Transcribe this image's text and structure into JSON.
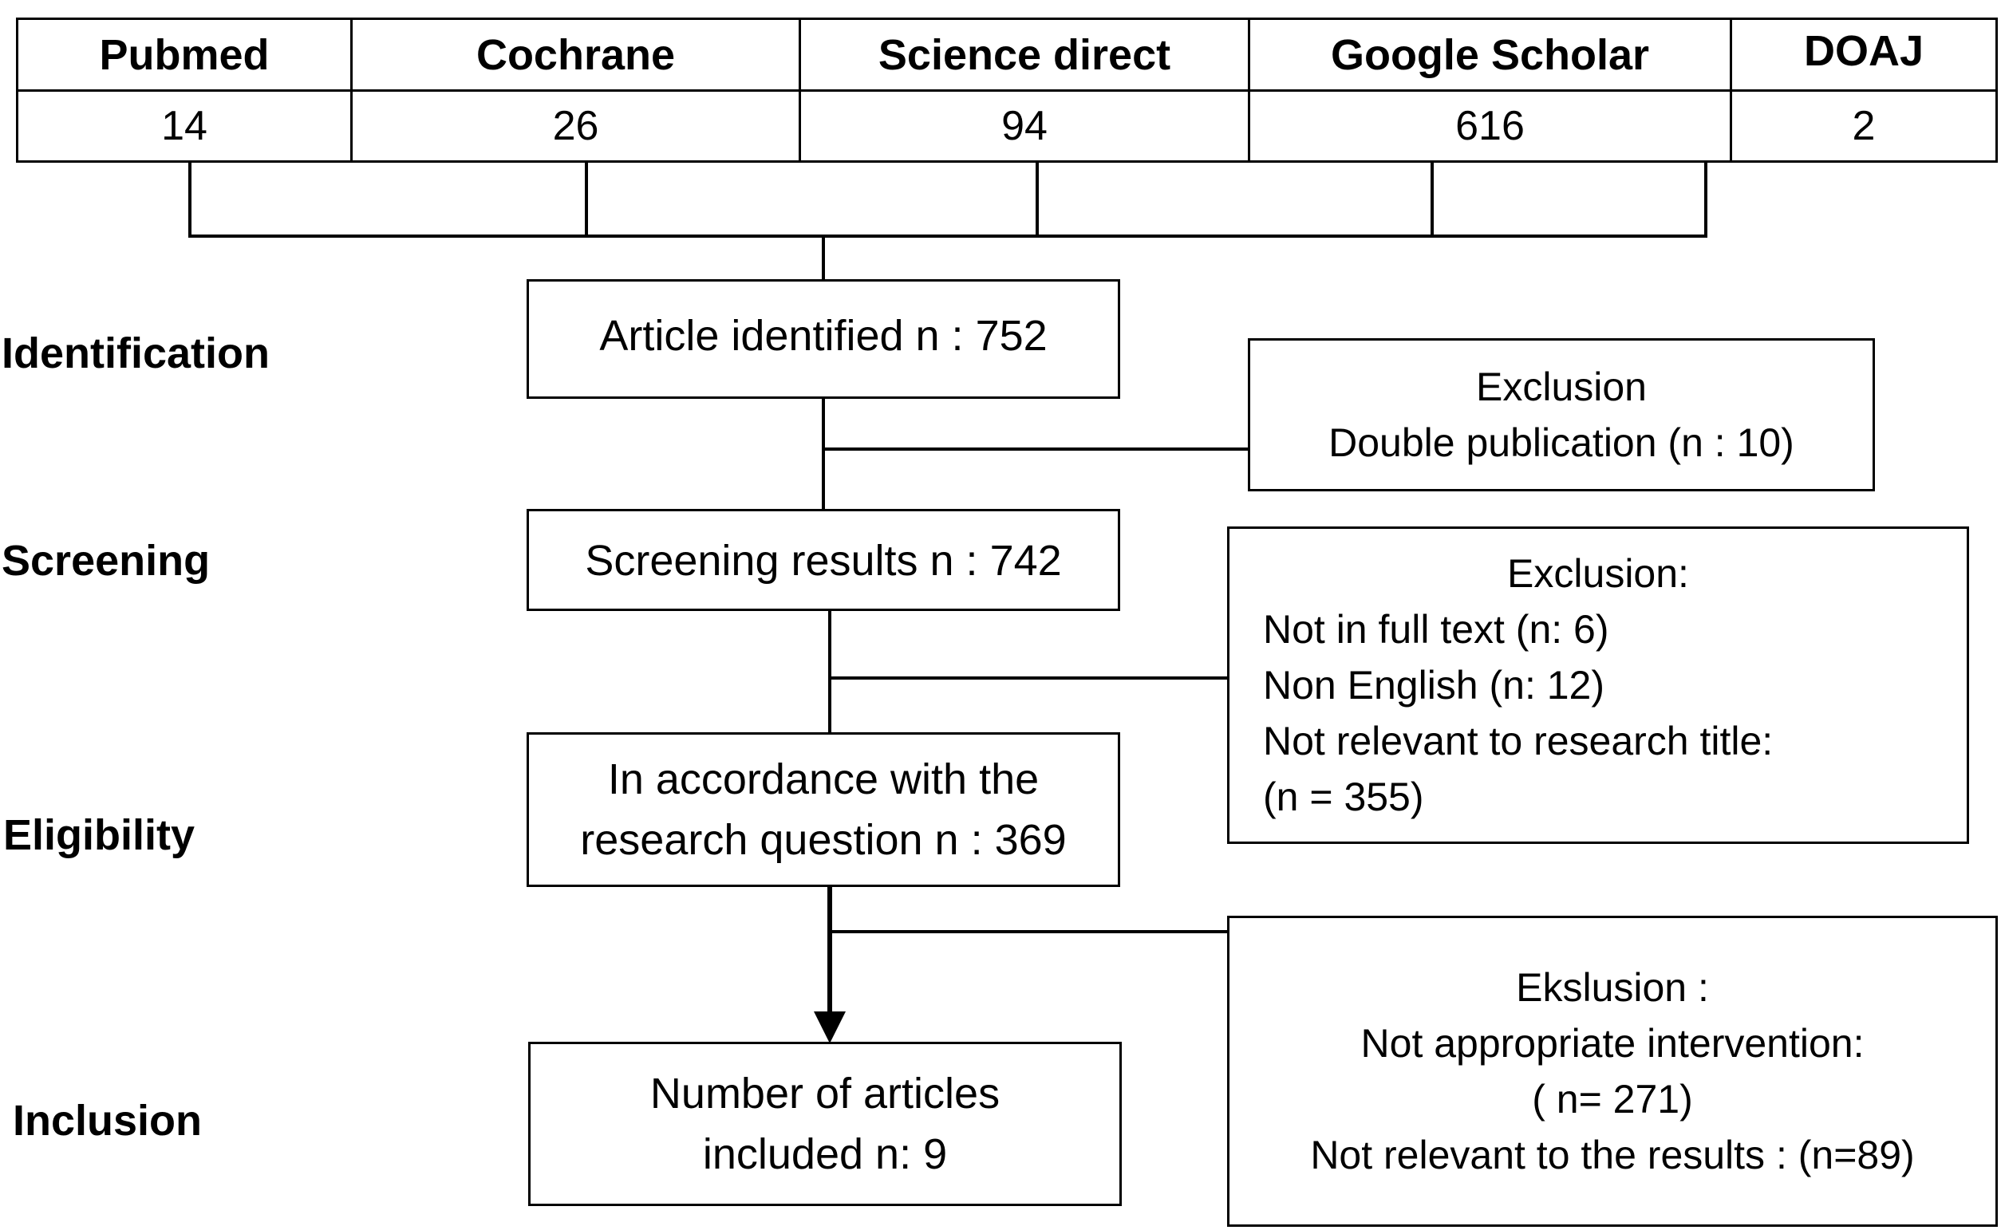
{
  "sources": [
    {
      "name": "Pubmed",
      "count": "14"
    },
    {
      "name": "Cochrane",
      "count": "26"
    },
    {
      "name": "Science direct",
      "count": "94"
    },
    {
      "name": "Google Scholar",
      "count": "616"
    },
    {
      "name": "DOAJ",
      "count": "2"
    }
  ],
  "stages": {
    "identification": "Identification",
    "screening": "Screening",
    "eligibility": "Eligibility",
    "inclusion": "Inclusion"
  },
  "boxes": {
    "identified": "Article identified n : 752",
    "screening": "Screening results n : 742",
    "eligible_line1": "In accordance with the",
    "eligible_line2": "research question n : 369",
    "included_line1": "Number of articles",
    "included_line2": "included n: 9"
  },
  "exclusions": {
    "first": {
      "title": "Exclusion",
      "line1": "Double publication (n : 10)"
    },
    "second": {
      "title": "Exclusion:",
      "line1": "Not in full text (n: 6)",
      "line2": "Non English (n: 12)",
      "line3": "Not relevant to research title:",
      "line4": "(n = 355)"
    },
    "third": {
      "title": "Ekslusion :",
      "line1": "Not appropriate intervention:",
      "line2": "( n= 271)",
      "line3": "Not relevant to the results : (n=89)"
    }
  }
}
